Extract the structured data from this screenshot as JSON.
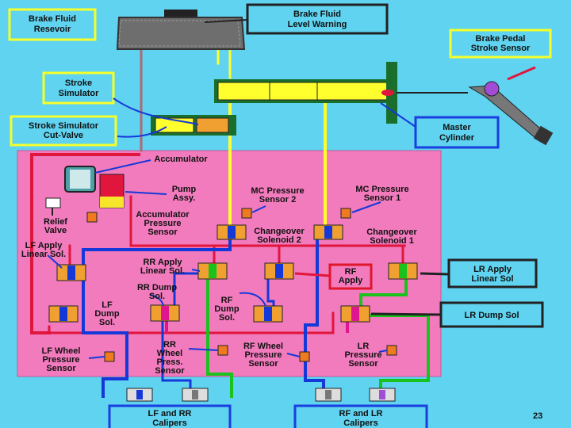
{
  "labels": {
    "brake_fluid_reservoir": [
      "Brake Fluid",
      "Resevoir"
    ],
    "brake_fluid_level_warning": [
      "Brake Fluid",
      "Level Warning"
    ],
    "brake_pedal_stroke_sensor": [
      "Brake Pedal",
      "Stroke Sensor"
    ],
    "stroke_simulator": [
      "Stroke",
      "Simulator"
    ],
    "stroke_simulator_cut_valve": [
      "Stroke Simulator",
      "Cut-Valve"
    ],
    "master_cylinder": [
      "Master",
      "Cylinder"
    ],
    "accumulator": [
      "Accumulator"
    ],
    "pump_assy": [
      "Pump",
      "Assy."
    ],
    "relief_valve": [
      "Relief",
      "Valve"
    ],
    "accumulator_pressure_sensor": [
      "Accumulator",
      "Pressure",
      "Sensor"
    ],
    "mc_pressure_sensor_2": [
      "MC Pressure",
      "Sensor 2"
    ],
    "mc_pressure_sensor_1": [
      "MC Pressure",
      "Sensor 1"
    ],
    "changeover_solenoid_2": [
      "Changeover",
      "Solenoid 2"
    ],
    "changeover_solenoid_1": [
      "Changeover",
      "Solenoid 1"
    ],
    "lf_apply_linear_sol": [
      "LF Apply",
      "Linear Sol."
    ],
    "rr_apply_linear_sol": [
      "RR Apply",
      "Linear Sol."
    ],
    "rf_apply": [
      "RF",
      "Apply"
    ],
    "lr_apply_linear_sol": [
      "LR Apply",
      "Linear Sol"
    ],
    "rr_dump_sol": [
      "RR Dump",
      "Sol."
    ],
    "lf_dump_sol": [
      "LF",
      "Dump",
      "Sol."
    ],
    "rf_dump_sol": [
      "RF",
      "Dump",
      "Sol."
    ],
    "lr_dump_sol": [
      "LR Dump Sol"
    ],
    "lf_wheel_pressure_sensor": [
      "LF Wheel",
      "Pressure",
      "Sensor"
    ],
    "rr_wheel_press_sensor": [
      "RR",
      "Wheel",
      "Press.",
      "Sensor"
    ],
    "rf_wheel_pressure_sensor": [
      "RF Wheel",
      "Pressure",
      "Sensor"
    ],
    "lr_pressure_sensor": [
      "LR",
      "Pressure",
      "Sensor"
    ],
    "lf_and_rr_calipers": [
      "LF and RR",
      "Calipers"
    ],
    "rf_and_lr_calipers": [
      "RF and LR",
      "Calipers"
    ]
  },
  "page_number": "23",
  "colors": {
    "background": "#5fd3f0",
    "panel": "#f27bbd",
    "line_red": "#e0163c",
    "line_blue": "#1538d8",
    "line_green": "#19c21c",
    "line_yellow": "#ffff2e",
    "line_magenta": "#e01690",
    "label_box_yellow": "#f6ff2a",
    "label_box_blue": "#1a3ee0",
    "label_box_red": "#e0162a"
  }
}
